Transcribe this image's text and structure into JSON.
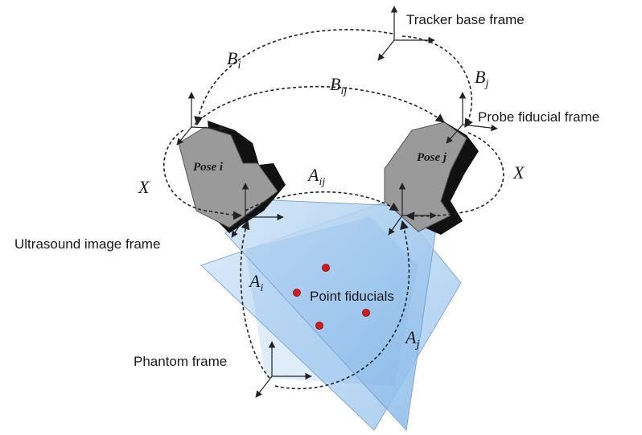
{
  "frames": {
    "tracker_base": "Tracker base frame",
    "probe_fiducial": "Probe fiducial frame",
    "ultrasound_image": "Ultrasound image frame",
    "phantom": "Phantom frame",
    "point_fiducials": "Point fiducials"
  },
  "transforms": {
    "B_i": {
      "main": "B",
      "sub": "i"
    },
    "B_j": {
      "main": "B",
      "sub": "j"
    },
    "B_ij": {
      "main": "B",
      "sub": "ij"
    },
    "A_i": {
      "main": "A",
      "sub": "i"
    },
    "A_j": {
      "main": "A",
      "sub": "j"
    },
    "A_ij": {
      "main": "A",
      "sub": "ij"
    },
    "X_left": "X",
    "X_right": "X"
  },
  "poses": {
    "left": "Pose i",
    "right": "Pose j"
  },
  "colors": {
    "plane": "#a9cdf0",
    "plane_dark": "#7fb2e6",
    "probe_body": "#9a9a9a",
    "probe_dark": "#111111",
    "fiducial": "#d81a1a"
  }
}
